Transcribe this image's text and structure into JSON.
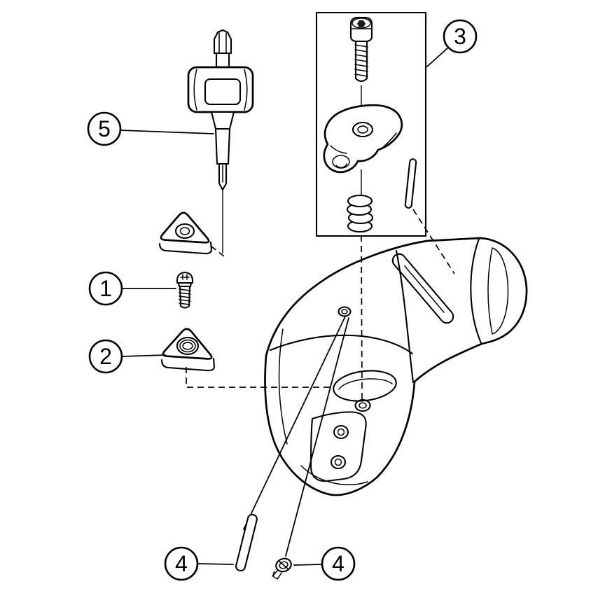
{
  "figure": {
    "type": "exploded-assembly-diagram",
    "background_color": "#ffffff",
    "line_color": "#000000",
    "callouts": [
      {
        "id": "callout-1",
        "label": "1"
      },
      {
        "id": "callout-2",
        "label": "2"
      },
      {
        "id": "callout-3",
        "label": "3"
      },
      {
        "id": "callout-4-left",
        "label": "4"
      },
      {
        "id": "callout-4-right",
        "label": "4"
      },
      {
        "id": "callout-5",
        "label": "5"
      }
    ]
  }
}
